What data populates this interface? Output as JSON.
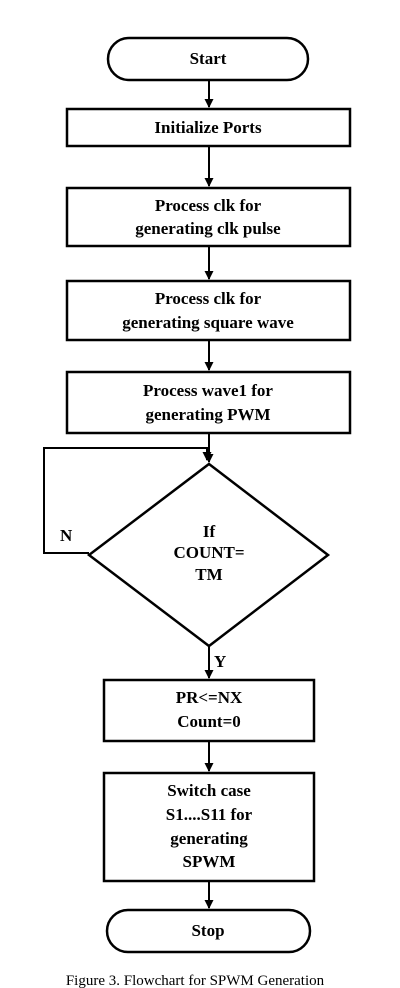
{
  "flowchart": {
    "nodes": [
      {
        "id": "start",
        "shape": "terminator",
        "lines": [
          "Start"
        ]
      },
      {
        "id": "init",
        "shape": "process",
        "lines": [
          "Initialize Ports"
        ]
      },
      {
        "id": "clk-pulse",
        "shape": "process",
        "lines": [
          "Process clk for",
          "generating clk pulse"
        ]
      },
      {
        "id": "square-wave",
        "shape": "process",
        "lines": [
          "Process clk for",
          "generating square wave"
        ]
      },
      {
        "id": "pwm",
        "shape": "process",
        "lines": [
          "Process wave1 for",
          "generating PWM"
        ]
      },
      {
        "id": "decision",
        "shape": "decision",
        "lines": [
          "If",
          "COUNT=",
          "TM"
        ]
      },
      {
        "id": "reset",
        "shape": "process",
        "lines": [
          "PR<=NX",
          "Count=0"
        ]
      },
      {
        "id": "switch",
        "shape": "process",
        "lines": [
          "Switch case",
          "S1....S11 for",
          "generating",
          "SPWM"
        ]
      },
      {
        "id": "stop",
        "shape": "terminator",
        "lines": [
          "Stop"
        ]
      }
    ],
    "edges": [
      {
        "from": "start",
        "to": "init"
      },
      {
        "from": "init",
        "to": "clk-pulse"
      },
      {
        "from": "clk-pulse",
        "to": "square-wave"
      },
      {
        "from": "square-wave",
        "to": "pwm"
      },
      {
        "from": "pwm",
        "to": "decision"
      },
      {
        "from": "decision",
        "to": "reset",
        "label": "Y"
      },
      {
        "from": "decision",
        "to": "decision",
        "label": "N"
      },
      {
        "from": "reset",
        "to": "switch"
      },
      {
        "from": "switch",
        "to": "stop"
      }
    ]
  },
  "caption": "Figure 3. Flowchart for SPWM Generation"
}
